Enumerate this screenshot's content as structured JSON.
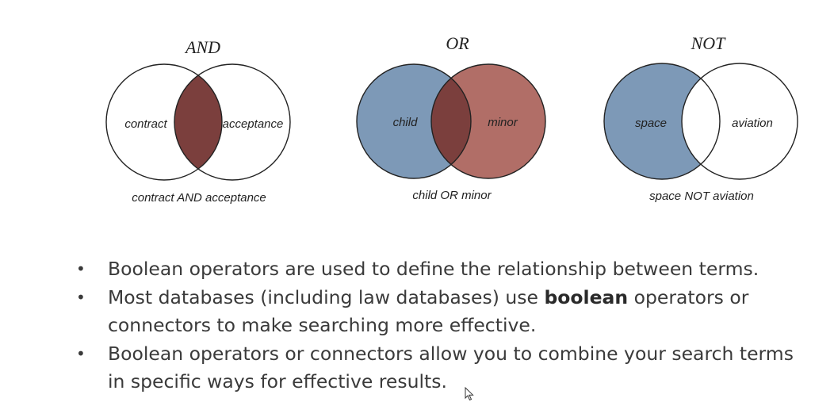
{
  "diagrams": [
    {
      "title": "AND",
      "left_label": "contract",
      "right_label": "acceptance",
      "caption": "contract AND acceptance"
    },
    {
      "title": "OR",
      "left_label": "child",
      "right_label": "minor",
      "caption": "child OR minor"
    },
    {
      "title": "NOT",
      "left_label": "space",
      "right_label": "aviation",
      "caption": "space NOT aviation"
    }
  ],
  "colors": {
    "intersection": "#7b3f3d",
    "blue_set": "#7d99b7",
    "red_set": "#b16e67",
    "outline": "#222222"
  },
  "bullets": [
    {
      "before": "Boolean operators are used to define the relationship between terms.",
      "bold": "",
      "after": ""
    },
    {
      "before": "Most databases (including law databases) use ",
      "bold": "boolean",
      "after": " operators or connectors to make searching more effective."
    },
    {
      "before": "Boolean operators or connectors allow you to combine your search terms in specific ways for effective results.",
      "bold": "",
      "after": ""
    }
  ],
  "bullet_symbol": "•",
  "cursor_icon": "mouse-pointer-icon"
}
